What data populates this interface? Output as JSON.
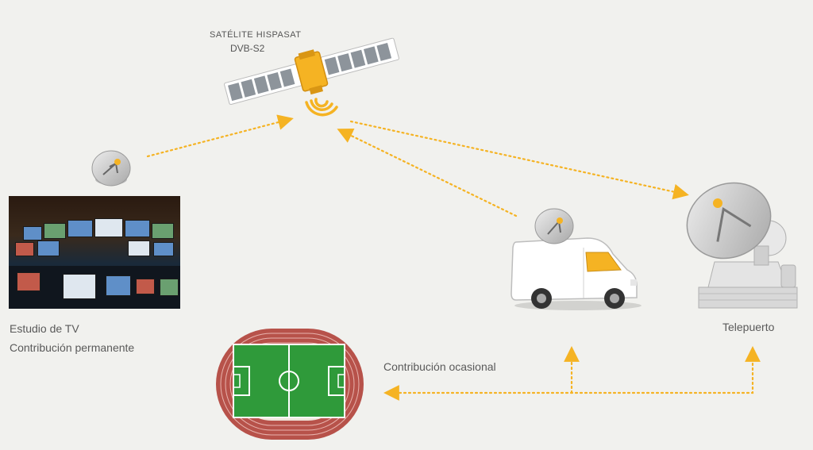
{
  "satellite": {
    "title": "SATÉLITE HISPASAT",
    "subtitle": "DVB-S2"
  },
  "studio": {
    "line1": "Estudio de TV",
    "line2": "Contribución permanente"
  },
  "teleport": {
    "label": "Telepuerto"
  },
  "occasional": {
    "label": "Contribución ocasional"
  },
  "colors": {
    "background": "#f1f1ee",
    "arrow": "#f5b323",
    "satellite_body": "#f5b323",
    "pitch_green": "#2f9a3a",
    "track": "#b7524a",
    "dish": "#c8c8c8"
  },
  "icons": [
    "satellite-icon",
    "signal-waves-icon",
    "dish-icon",
    "van-icon",
    "teleport-antenna-icon",
    "stadium-icon"
  ]
}
